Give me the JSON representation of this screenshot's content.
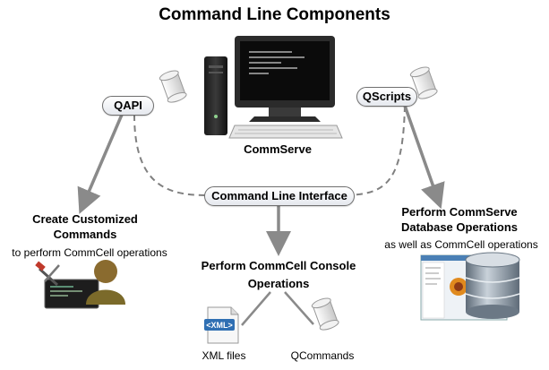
{
  "title": "Command Line Components",
  "commserve": {
    "label": "CommServe"
  },
  "nodes": {
    "qapi": "QAPI",
    "qscripts": "QScripts",
    "cli": "Command Line Interface"
  },
  "left": {
    "heading": "Create Customized Commands",
    "sub": "to perform CommCell operations"
  },
  "center": {
    "heading_line1": "Perform CommCell Console",
    "heading_line2": "Operations",
    "xml_label": "XML files",
    "qcommands_label": "QCommands",
    "xml_badge": "<XML>"
  },
  "right": {
    "heading_line1": "Perform CommServe",
    "heading_line2": "Database Operations",
    "sub": "as well as CommCell operations"
  },
  "colors": {
    "arrow": "#8a8a8a",
    "dashed": "#808080",
    "monitor_frame": "#2b2b2b",
    "screen_text": "#d0d0d0",
    "db_cylinder": "#7f8c99"
  },
  "icons": [
    "scroll-icon",
    "computer-icon",
    "developer-icon",
    "xml-file-icon",
    "database-icon"
  ]
}
